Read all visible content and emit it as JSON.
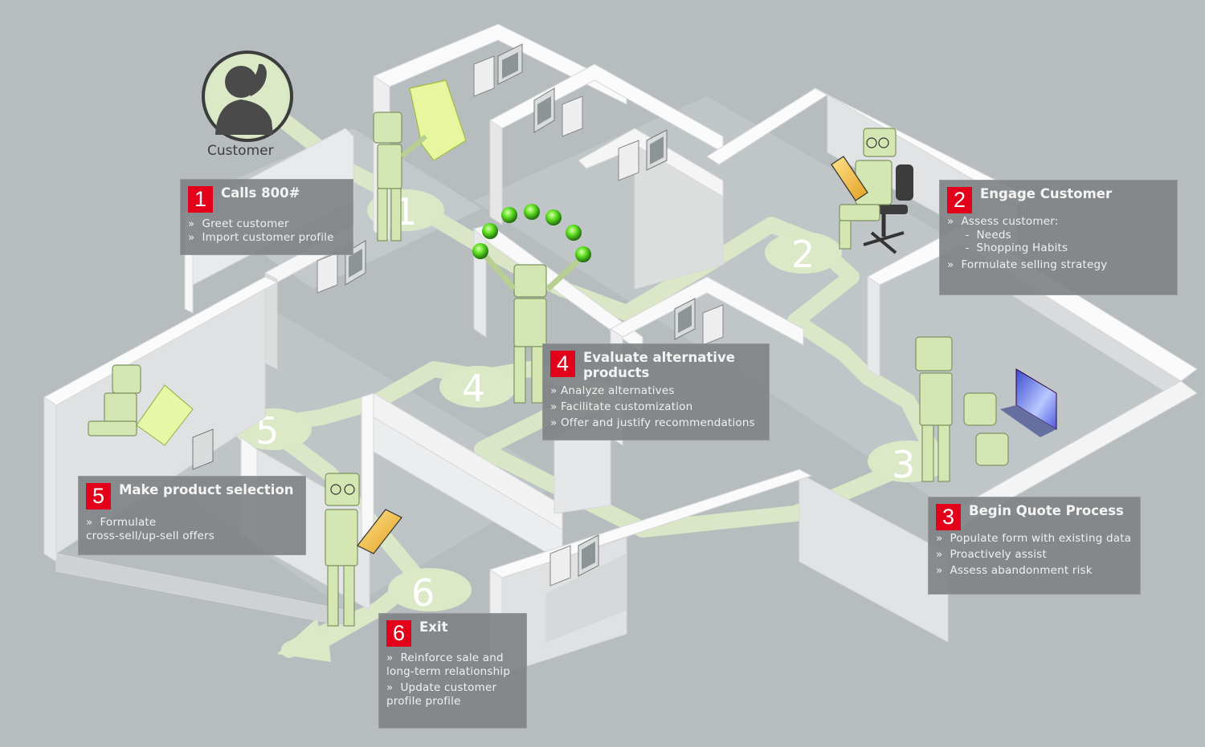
{
  "customer": {
    "label": "Customer",
    "icon": "customer-phone-icon"
  },
  "path_numbers": [
    "1",
    "2",
    "3",
    "4",
    "5",
    "6"
  ],
  "steps": [
    {
      "num": "1",
      "title": "Calls 800#",
      "bullets": [
        "»  Greet customer",
        "»  Import customer profile"
      ]
    },
    {
      "num": "2",
      "title": "Engage Customer",
      "bullets": [
        "»  Assess customer:",
        "     -  Needs",
        "     -  Shopping Habits",
        "»  Formulate selling strategy"
      ]
    },
    {
      "num": "3",
      "title": "Begin Quote Process",
      "bullets": [
        "»  Populate form with existing data",
        "»  Proactively assist",
        "»  Assess abandonment risk"
      ]
    },
    {
      "num": "4",
      "title": "Evaluate alternative products",
      "bullets": [
        "» Analyze alternatives",
        "» Facilitate customization",
        "» Offer and justify recommendations"
      ]
    },
    {
      "num": "5",
      "title": "Make product selection",
      "bullets": [
        "»  Formulate",
        "cross-sell/up-sell offers"
      ]
    },
    {
      "num": "6",
      "title": "Exit",
      "bullets": [
        "»  Reinforce sale and",
        "long-term relationship",
        "»  Update customer",
        "profile profile"
      ]
    }
  ],
  "colors": {
    "accent_red": "#e2001a",
    "path_green": "#dce9c6",
    "wall_white": "#f7f7f7",
    "floor_gray": "#b7bdbf",
    "ball_green": "#4cd619"
  }
}
